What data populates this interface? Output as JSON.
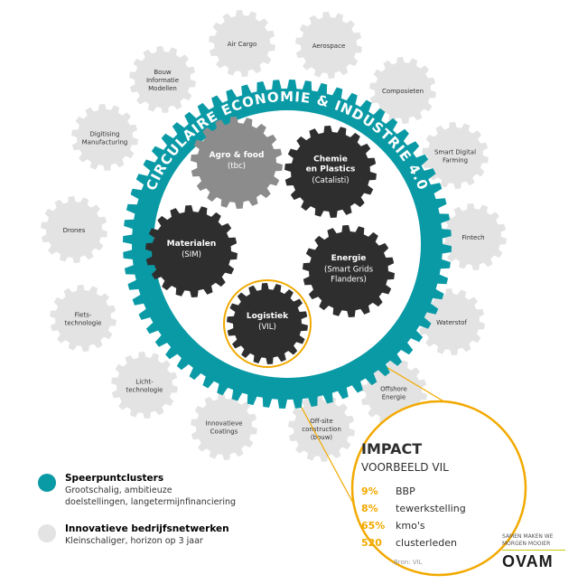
{
  "ring_title": "CIRCULAIRE ECONOMIE & INDUSTRIE 4.0",
  "colors": {
    "teal": "#0a9aa6",
    "dark_gear": "#2e2e2e",
    "mid_gear": "#8c8c8c",
    "light_gear": "#e3e3e3",
    "accent": "#f2a900"
  },
  "outer_gears": [
    {
      "label": "Air Cargo"
    },
    {
      "label": "Aerospace"
    },
    {
      "label": "Bouw\nInformatie\nModellen"
    },
    {
      "label": "Composieten"
    },
    {
      "label": "Digitising\nManufacturing"
    },
    {
      "label": "Smart Digital\nFarming"
    },
    {
      "label": "Drones"
    },
    {
      "label": "Fintech"
    },
    {
      "label": "Fiets-\ntechnologie"
    },
    {
      "label": "Waterstof"
    },
    {
      "label": "Licht-\ntechnologie"
    },
    {
      "label": "Offshore\nEnergie"
    },
    {
      "label": "Innovatieve\nCoatings"
    },
    {
      "label": "Off-site\nconstruction\n(bouw)"
    }
  ],
  "inner_gears": [
    {
      "title": "Agro & food",
      "sub": "(tbc)"
    },
    {
      "title": "Chemie\nen Plastics",
      "sub": "(Catalisti)"
    },
    {
      "title": "Materialen",
      "sub": "(SIM)"
    },
    {
      "title": "Energie",
      "sub": "(Smart Grids\nFlanders)"
    },
    {
      "title": "Logistiek",
      "sub": "(VIL)"
    }
  ],
  "impact": {
    "title": "IMPACT",
    "subtitle": "VOORBEELD VIL",
    "rows": [
      {
        "value": "9%",
        "label": "BBP"
      },
      {
        "value": "8%",
        "label": "tewerkstelling"
      },
      {
        "value": "65%",
        "label": "kmo's"
      },
      {
        "value": "520",
        "label": "clusterleden"
      }
    ],
    "source": "Bron: VIL"
  },
  "legend": [
    {
      "title": "Speerpuntclusters",
      "desc": "Grootschalig, ambitieuze\ndoelstellingen, langetermijnfinanciering"
    },
    {
      "title": "Innovatieve bedrijfsnetwerken",
      "desc": "Kleinschaliger, horizon op 3 jaar"
    }
  ],
  "footer": {
    "slogan": "SAMEN MAKEN WE\nMORGEN MOOIER",
    "logo": "OVAM"
  }
}
